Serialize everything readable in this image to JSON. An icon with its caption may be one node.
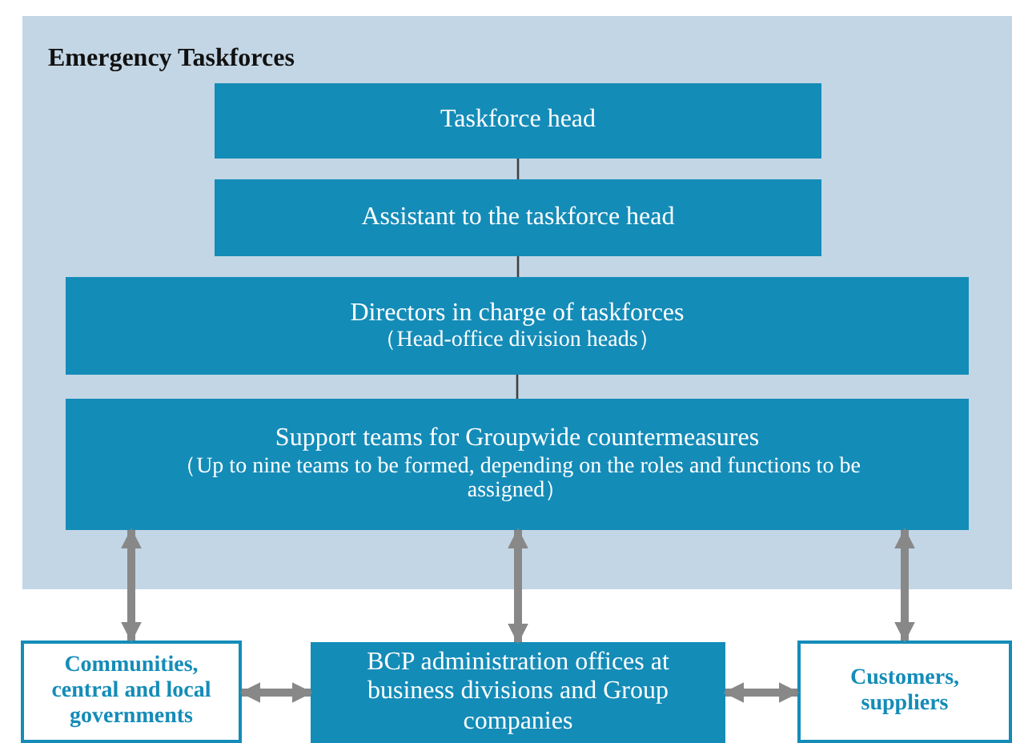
{
  "diagram": {
    "nodes": [
      {
        "text": [
          "Emergency Taskforces"
        ]
      },
      {
        "text": [
          "Taskforce head"
        ],
        "in": 0
      },
      {
        "text": [
          "Assistant to the taskforce head"
        ],
        "in": 0
      },
      {
        "text": [
          "Directors in charge of taskforces",
          "（Head-office division heads）"
        ],
        "in": 0
      },
      {
        "text": [
          "Support teams for Groupwide countermeasures",
          "（Up to nine teams to be formed, depending on the roles and functions to be assigned）"
        ],
        "in": 0
      },
      {
        "text": [
          "Communities, central and local governments"
        ]
      },
      {
        "text": [
          "BCP administration offices at business divisions and Group companies"
        ]
      },
      {
        "text": [
          "Customers, suppliers"
        ]
      }
    ],
    "edges": [
      {
        "from": 1,
        "to": 2,
        "arrow": "none",
        "color": "#404040"
      },
      {
        "from": 2,
        "to": 3,
        "arrow": "none",
        "color": "#404040"
      },
      {
        "from": 3,
        "to": 4,
        "arrow": "none",
        "color": "#404040"
      },
      {
        "from": 4,
        "to": 5,
        "arrow": "both"
      },
      {
        "from": 4,
        "to": 6,
        "arrow": "both"
      },
      {
        "from": 4,
        "to": 7,
        "arrow": "both"
      },
      {
        "from": 5,
        "to": 6,
        "arrow": "both"
      },
      {
        "from": 6,
        "to": 7,
        "arrow": "both"
      }
    ]
  }
}
